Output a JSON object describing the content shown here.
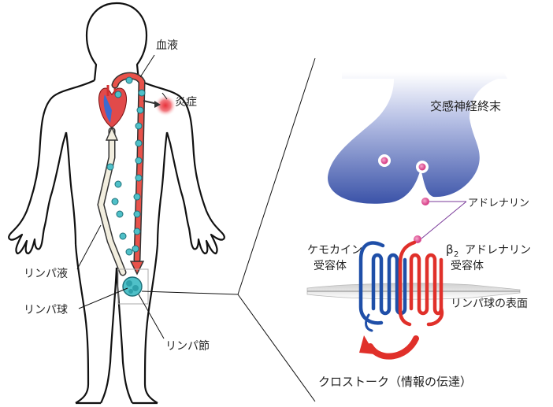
{
  "labels": {
    "blood": "血液",
    "inflammation": "炎症",
    "lymph_fluid": "リンパ液",
    "lymphocyte": "リンパ球",
    "lymph_node": "リンパ節",
    "sympathetic_terminal": "交感神経終末",
    "adrenaline": "アドレナリン",
    "chemokine_receptor_line1": "ケモカイン",
    "chemokine_receptor_line2": "受容体",
    "beta2_symbol": "β",
    "beta2_subscript": "2",
    "beta2_receptor_line1": "アドレナリン",
    "beta2_receptor_line2": "受容体",
    "cell_surface": "リンパ球の表面",
    "crosstalk": "クロストーク（情報の伝達）"
  },
  "colors": {
    "artery": "#e8524a",
    "vein": "#f2eedf",
    "lymph_dot": "#4fc0c8",
    "nerve_blue": "#3b53a8",
    "receptor_blue": "#1f4fa8",
    "receptor_red": "#e0302a",
    "vesicle": "#e0559a"
  }
}
